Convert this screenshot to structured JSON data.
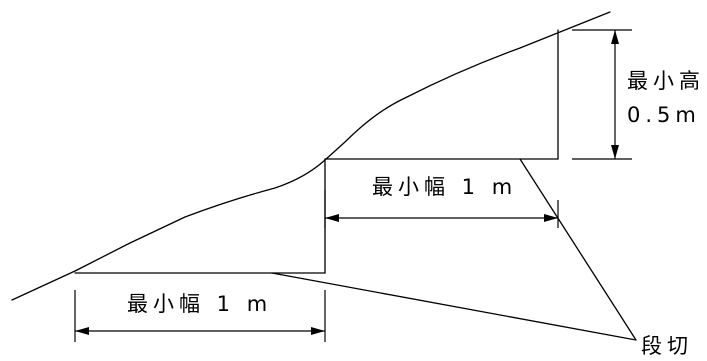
{
  "labels": {
    "min_height_line1": "最小高",
    "min_height_line2": "0.5m",
    "upper_min_width": "最小幅 1 m",
    "lower_min_width": "最小幅 1 m",
    "step_cut": "段切"
  }
}
